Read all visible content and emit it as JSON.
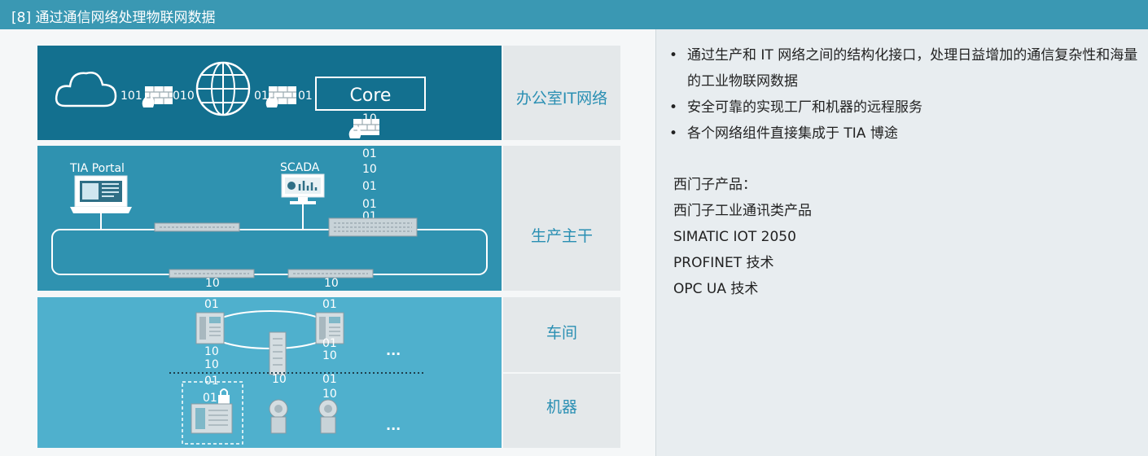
{
  "title": "[8] 通过通信网络处理物联网数据",
  "zones": {
    "office": "办公室IT网络",
    "production": "生产主干",
    "workshop": "车间",
    "machines": "机器"
  },
  "diagram": {
    "core_label": "Core",
    "tia_portal": "TIA Portal",
    "scada": "SCADA",
    "bits_101": "101",
    "bits_010": "010",
    "bits_01": "01",
    "bits_10": "10",
    "ellipsis": "..."
  },
  "bullets": [
    "通过生产和 IT 网络之间的结构化接口，处理日益增加的通信复杂性和海量的工业物联网数据",
    "安全可靠的实现工厂和机器的远程服务",
    "各个网络组件直接集成于 TIA 博途"
  ],
  "products": {
    "heading": "西门子产品：",
    "items": [
      "西门子工业通讯类产品",
      "SIMATIC IOT 2050",
      "PROFINET 技术",
      "OPC UA 技术"
    ]
  },
  "colors": {
    "title_bar": "#3a98b3",
    "office_zone": "#13708f",
    "production_zone": "#2f92b0",
    "workshop_zone": "#4fb0cd",
    "label_text": "#2a8fb3"
  }
}
